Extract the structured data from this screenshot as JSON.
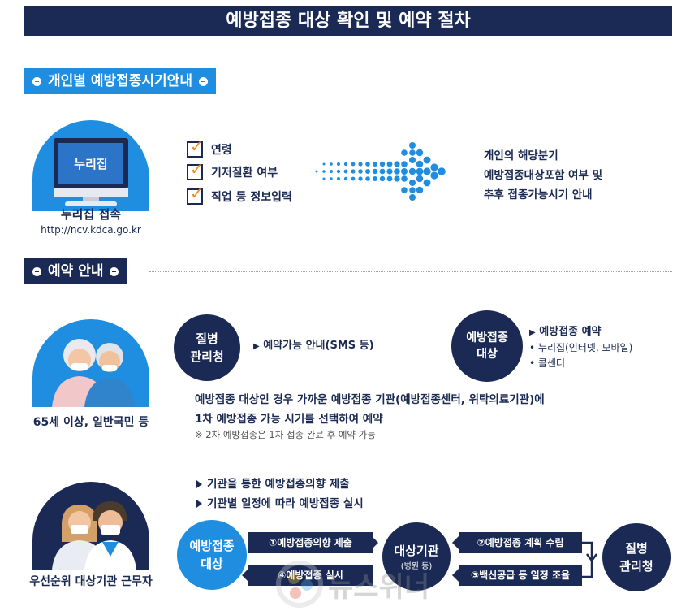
{
  "title": "예방접종 대상 확인 및 예약 절차",
  "section1": {
    "heading": "개인별 예방접종시기안내",
    "monitor_label": "누리집",
    "access_label": "누리집 접속",
    "url": "http://ncv.kdca.go.kr",
    "checklist": [
      "연령",
      "기저질환 여부",
      "직업 등 정보입력"
    ],
    "result_lines": [
      "개인의 해당분기",
      "예방접종대상포함 여부 및",
      "추후 접종가능시기 안내"
    ]
  },
  "section2": {
    "heading": "예약 안내",
    "group1_label": "65세 이상, 일반국민 등",
    "kdca_circle": [
      "질병",
      "관리청"
    ],
    "sms_text": "예약가능 안내(SMS 등)",
    "target_circle": [
      "예방접종",
      "대상"
    ],
    "booking_title": "예방접종 예약",
    "booking_items": [
      "누리집(인터넷, 모바일)",
      "콜센터"
    ],
    "desc_lines": [
      "예방접종 대상인 경우 가까운 예방접종 기관(예방접종센터, 위탁의료기관)에",
      "1차 예방접종 가능 시기를 선택하여 예약"
    ],
    "note": "※ 2차 예방접종은 1차 접종 완료 후 예약 가능",
    "group2_label": "우선순위 대상기관 근무자",
    "group2_bullets": [
      "기관을 통한 예방접종의향 제출",
      "기관별 일정에 따라 예방접종 실시"
    ],
    "flow_target": [
      "예방접종",
      "대상"
    ],
    "flow_institution": "대상기관",
    "flow_institution_sub": "(병원 등)",
    "flow_kdca": [
      "질병",
      "관리청"
    ],
    "step1": "①예방접종의향 제출",
    "step2": "②예방접종 계획 수립",
    "step3": "③백신공급 등 일정 조율",
    "step4": "④예방접종 실시"
  },
  "watermark": "뉴스위너",
  "colors": {
    "navy": "#1b2a55",
    "blue": "#1f8ee0",
    "orange": "#f08a1c"
  },
  "icons": [
    "monitor-icon",
    "check-icon",
    "arrow-dots-icon",
    "elderly-couple-icon",
    "medical-staff-icon",
    "triangle-bullet-icon"
  ]
}
